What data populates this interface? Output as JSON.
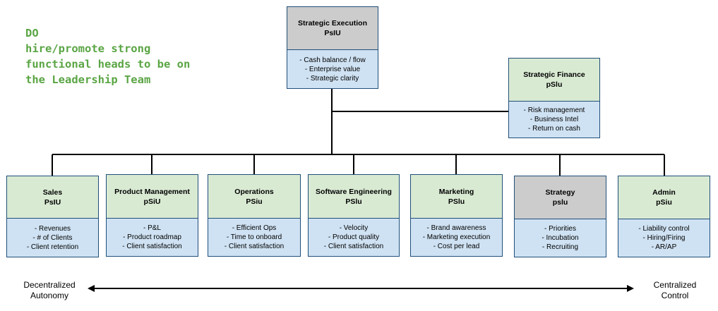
{
  "note": {
    "lines": [
      "DO",
      "hire/promote strong",
      "functional heads to be on",
      "the Leadership Team"
    ],
    "color": "#5aa544"
  },
  "top": {
    "title": "Strategic Execution",
    "code": "PsIU",
    "items": [
      "- Cash balance / flow",
      "- Enterprise value",
      "- Strategic clarity"
    ]
  },
  "finance": {
    "title": "Strategic Finance",
    "code": "pSlu",
    "items": [
      "- Risk management",
      "- Business Intel",
      "- Return on cash"
    ]
  },
  "units": [
    {
      "title": "Sales",
      "code": "PsIU",
      "items": [
        "- Revenues",
        "- # of Clients",
        "- Client retention"
      ]
    },
    {
      "title": "Product Management",
      "code": "pSiU",
      "items": [
        "- P&L",
        "- Product roadmap",
        "- Client satisfaction"
      ]
    },
    {
      "title": "Operations",
      "code": "PSiu",
      "items": [
        "- Efficient Ops",
        "- Time to onboard",
        "- Client satisfaction"
      ]
    },
    {
      "title": "Software Engineering",
      "code": "PSlu",
      "items": [
        "- Velocity",
        "- Product quality",
        "- Client satisfaction"
      ]
    },
    {
      "title": "Marketing",
      "code": "PSlu",
      "items": [
        "- Brand awareness",
        "- Marketing execution",
        "- Cost per lead"
      ]
    },
    {
      "title": "Strategy",
      "code": "pslu",
      "items": [
        "- Priorities",
        "- Incubation",
        "- Recruiting"
      ]
    },
    {
      "title": "Admin",
      "code": "pSiu",
      "items": [
        "- Liability control",
        "- Hiring/Firing",
        "- AR/AP"
      ]
    }
  ],
  "axis": {
    "left": [
      "Decentralized",
      "Autonomy"
    ],
    "right": [
      "Centralized",
      "Control"
    ]
  },
  "colors": {
    "border": "#1f4e79",
    "head_green": "#d9ead3",
    "head_grey": "#cccccc",
    "body_blue": "#cfe2f3"
  }
}
